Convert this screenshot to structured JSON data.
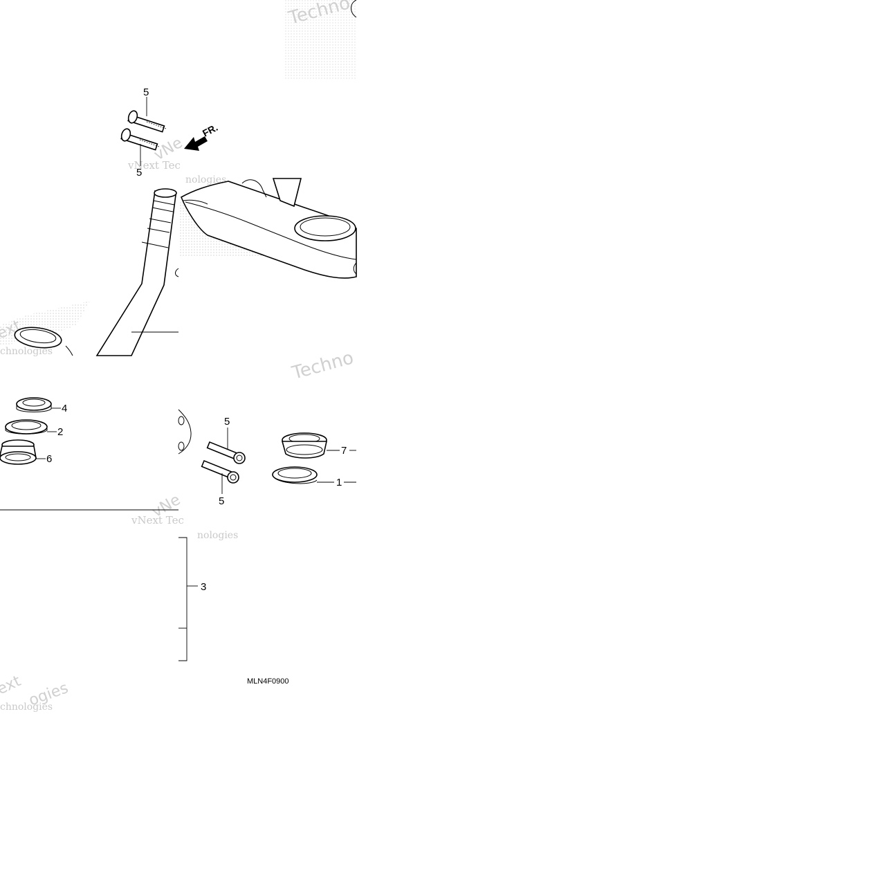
{
  "diagram": {
    "drawing_code": "MLN4F0900",
    "direction_label": "FR.",
    "callouts": {
      "bolt_top_a": "5",
      "bolt_top_b": "5",
      "nut": "4",
      "dust_seal_upper": "2",
      "bearing_upper": "6",
      "stem": "3",
      "bearing_lower": "7",
      "dust_seal_lower": "1",
      "bolt_lower_a": "5",
      "bolt_lower_b": "5"
    },
    "watermarks": {
      "vnext_tech_1": "vNext Tec",
      "vnext_tech_2": "vNext Tec",
      "technologies_1": "nologies",
      "technologies_2": "nologies",
      "technologies_3": "chnologies",
      "technologies_4": "chnologies",
      "techno_1": "Techno",
      "techno_2": "Techno",
      "vne_1": "vNe",
      "vne_2": "vNe",
      "ext_1": "ext",
      "ext_2": "ext",
      "ogies_1": "ogies"
    },
    "colors": {
      "line": "#000000",
      "watermark": "#c9c9c9",
      "background": "#ffffff"
    }
  }
}
